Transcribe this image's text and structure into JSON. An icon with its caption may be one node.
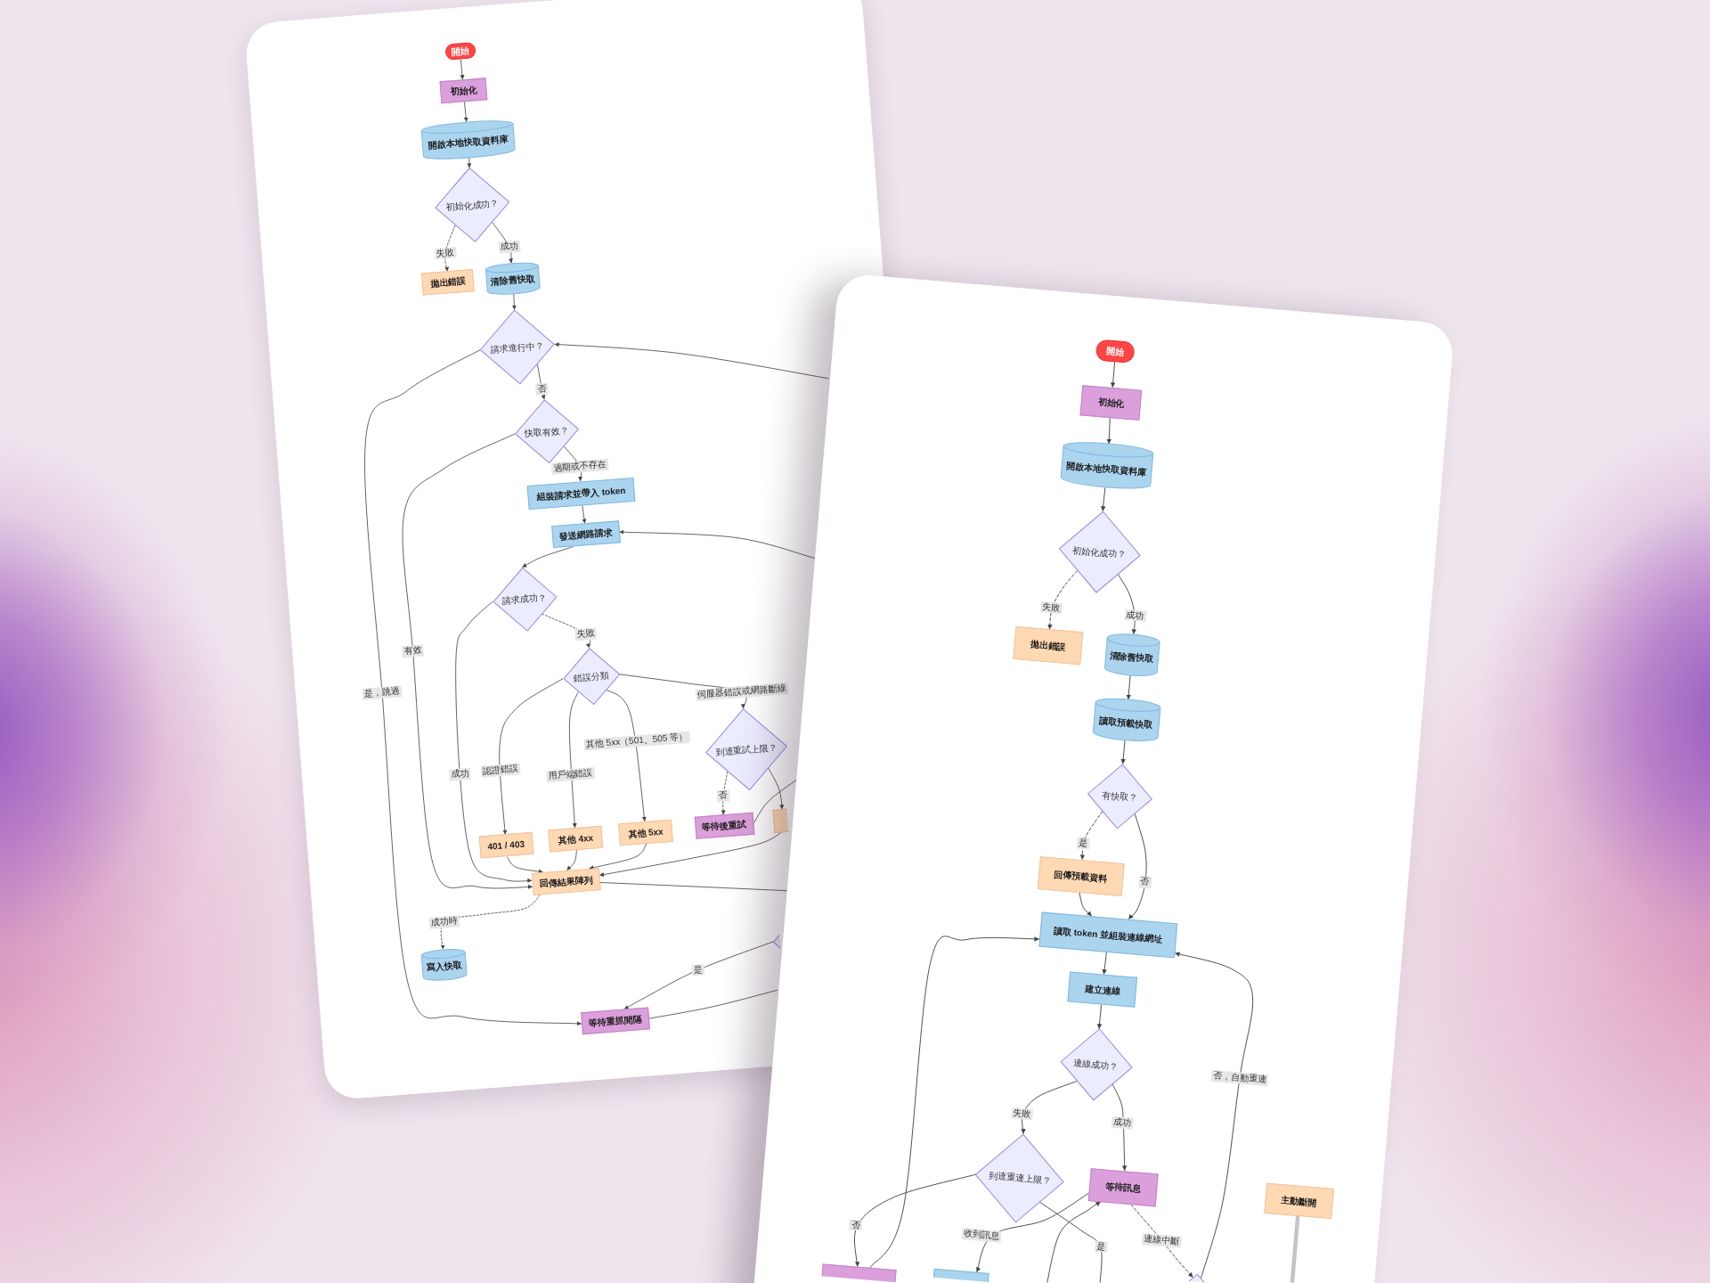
{
  "diagram": {
    "nodes": [
      {
        "text": [
          "開始"
        ]
      },
      {
        "text": [
          "初始化"
        ]
      },
      {
        "text": [
          "開啟本地快取資料庫"
        ]
      },
      {
        "text": [
          "初始化成功？"
        ]
      },
      {
        "text": [
          "拋出錯誤"
        ]
      },
      {
        "text": [
          "清除舊快取"
        ]
      },
      {
        "text": [
          "請求進行中？"
        ]
      },
      {
        "text": [
          "快取有效？"
        ]
      },
      {
        "text": [
          "組裝請求並帶入 token"
        ]
      },
      {
        "text": [
          "發送網路請求"
        ]
      },
      {
        "text": [
          "請求成功？"
        ]
      },
      {
        "text": [
          "錯誤分類"
        ]
      },
      {
        "text": [
          "到達重試上限？"
        ]
      },
      {
        "text": [
          "401 / 403"
        ]
      },
      {
        "text": [
          "其他 4xx"
        ]
      },
      {
        "text": [
          "其他 5xx"
        ]
      },
      {
        "text": [
          "等待後重試"
        ]
      },
      {
        "text": [],
        "shape": "box"
      },
      {
        "text": [
          "回傳結果陣列"
        ]
      },
      {
        "text": [
          "寫入快取"
        ]
      },
      {
        "text": [
          "等待重抓間隔"
        ]
      },
      {
        "text": [],
        "shape": "diamond"
      },
      {
        "text": [
          "開始"
        ]
      },
      {
        "text": [
          "初始化"
        ]
      },
      {
        "text": [
          "開啟本地快取資料庫"
        ]
      },
      {
        "text": [
          "初始化成功？"
        ]
      },
      {
        "text": [
          "拋出錯誤"
        ]
      },
      {
        "text": [
          "清除舊快取"
        ]
      },
      {
        "text": [
          "讀取預載快取"
        ]
      },
      {
        "text": [
          "有快取？"
        ]
      },
      {
        "text": [
          "回傳預載資料"
        ]
      },
      {
        "text": [
          "讀取 token 並組裝連線網址"
        ]
      },
      {
        "text": [
          "建立連線"
        ]
      },
      {
        "text": [
          "連線成功？"
        ]
      },
      {
        "text": [
          "到達重連上限？"
        ]
      },
      {
        "text": [
          "等待訊息"
        ]
      },
      {
        "text": [
          "主動斷開"
        ]
      },
      {
        "text": [],
        "shape": "box"
      },
      {
        "text": [],
        "shape": "box"
      },
      {
        "text": [],
        "shape": "diamond"
      }
    ],
    "edges": [
      {
        "from": 0,
        "to": 1,
        "arrow": "to"
      },
      {
        "from": 1,
        "to": 2,
        "arrow": "to"
      },
      {
        "from": 2,
        "to": 3,
        "arrow": "to"
      },
      {
        "from": 3,
        "to": 4,
        "arrow": "to",
        "label": "失敗",
        "style": "dashed"
      },
      {
        "from": 3,
        "to": 5,
        "arrow": "to",
        "label": "成功"
      },
      {
        "from": 5,
        "to": 6,
        "arrow": "to"
      },
      {
        "from": 6,
        "to": 7,
        "arrow": "to",
        "label": "否"
      },
      {
        "from": 6,
        "to": 20,
        "arrow": "to",
        "label": "是，跳過"
      },
      {
        "from": 7,
        "to": 18,
        "arrow": "to",
        "label": "有效"
      },
      {
        "from": 7,
        "to": 8,
        "arrow": "to",
        "label": "過期或不存在"
      },
      {
        "from": 8,
        "to": 9,
        "arrow": "to"
      },
      {
        "from": 9,
        "to": 10,
        "arrow": "to"
      },
      {
        "from": 10,
        "to": 18,
        "arrow": "to",
        "label": "成功"
      },
      {
        "from": 10,
        "to": 11,
        "arrow": "to",
        "label": "失敗",
        "style": "dashed"
      },
      {
        "from": 11,
        "to": 13,
        "arrow": "to",
        "label": "認證錯誤"
      },
      {
        "from": 11,
        "to": 14,
        "arrow": "to",
        "label": "用戶端錯誤"
      },
      {
        "from": 11,
        "to": 15,
        "arrow": "to",
        "label": "其他 5xx（501、505 等）"
      },
      {
        "from": 11,
        "to": 12,
        "arrow": "to",
        "label": "伺服器錯誤或網路斷線"
      },
      {
        "from": 12,
        "to": 16,
        "arrow": "to",
        "label": "否",
        "style": "dashed"
      },
      {
        "from": 12,
        "to": 17,
        "arrow": "to"
      },
      {
        "from": 13,
        "to": 18,
        "arrow": "to"
      },
      {
        "from": 14,
        "to": 18,
        "arrow": "to"
      },
      {
        "from": 15,
        "to": 18,
        "arrow": "to"
      },
      {
        "from": 17,
        "to": 18,
        "arrow": "to"
      },
      {
        "from": 18,
        "to": null,
        "arrow": "none"
      },
      {
        "from": 18,
        "to": 19,
        "arrow": "to",
        "label": "成功時",
        "style": "dashed"
      },
      {
        "from": 21,
        "to": 20,
        "arrow": "to",
        "label": "是"
      },
      {
        "from": 20,
        "to": null,
        "arrow": "none"
      },
      {
        "from": null,
        "to": 6,
        "arrow": "to"
      },
      {
        "from": null,
        "to": 9,
        "arrow": "to"
      },
      {
        "from": 16,
        "to": null,
        "arrow": "none"
      },
      {
        "from": 22,
        "to": 23,
        "arrow": "to"
      },
      {
        "from": 23,
        "to": 24,
        "arrow": "to"
      },
      {
        "from": 24,
        "to": 25,
        "arrow": "to"
      },
      {
        "from": 25,
        "to": 26,
        "arrow": "to",
        "label": "失敗",
        "style": "dashed"
      },
      {
        "from": 25,
        "to": 27,
        "arrow": "to",
        "label": "成功"
      },
      {
        "from": 27,
        "to": 28,
        "arrow": "to"
      },
      {
        "from": 28,
        "to": 29,
        "arrow": "to"
      },
      {
        "from": 29,
        "to": 30,
        "arrow": "to",
        "label": "是",
        "style": "dashed"
      },
      {
        "from": 29,
        "to": 31,
        "arrow": "to",
        "label": "否"
      },
      {
        "from": 30,
        "to": 31,
        "arrow": "to"
      },
      {
        "from": 31,
        "to": 32,
        "arrow": "to"
      },
      {
        "from": 32,
        "to": 33,
        "arrow": "to"
      },
      {
        "from": 33,
        "to": 34,
        "arrow": "to",
        "label": "失敗"
      },
      {
        "from": 33,
        "to": 35,
        "arrow": "to",
        "label": "成功"
      },
      {
        "from": 34,
        "to": 37,
        "arrow": "to",
        "label": "否"
      },
      {
        "from": 34,
        "to": null,
        "arrow": "none",
        "label": "是"
      },
      {
        "from": 35,
        "to": 38,
        "arrow": "to",
        "label": "收到訊息"
      },
      {
        "from": null,
        "to": 35,
        "arrow": "to"
      },
      {
        "from": 35,
        "to": 39,
        "arrow": "to",
        "label": "連線中斷",
        "style": "dashed"
      },
      {
        "from": 39,
        "to": 31,
        "arrow": "to",
        "label": "否，自動重連"
      },
      {
        "from": 37,
        "to": 31,
        "arrow": "to"
      },
      {
        "from": 36,
        "to": null,
        "arrow": "none",
        "style": "thick",
        "color": "#c4c4c4"
      }
    ]
  }
}
